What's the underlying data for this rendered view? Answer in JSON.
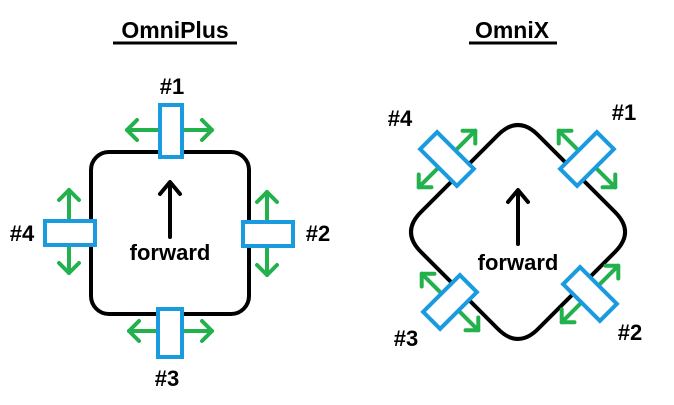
{
  "colors": {
    "wheel": "#1a9be0",
    "arrow": "#22b14c",
    "outline": "#000000"
  },
  "omniplus": {
    "title": "OmniPlus",
    "forward_label": "forward",
    "wheel_labels": {
      "w1": "#1",
      "w2": "#2",
      "w3": "#3",
      "w4": "#4"
    }
  },
  "omnix": {
    "title": "OmniX",
    "forward_label": "forward",
    "wheel_labels": {
      "w1": "#1",
      "w2": "#2",
      "w3": "#3",
      "w4": "#4"
    }
  }
}
